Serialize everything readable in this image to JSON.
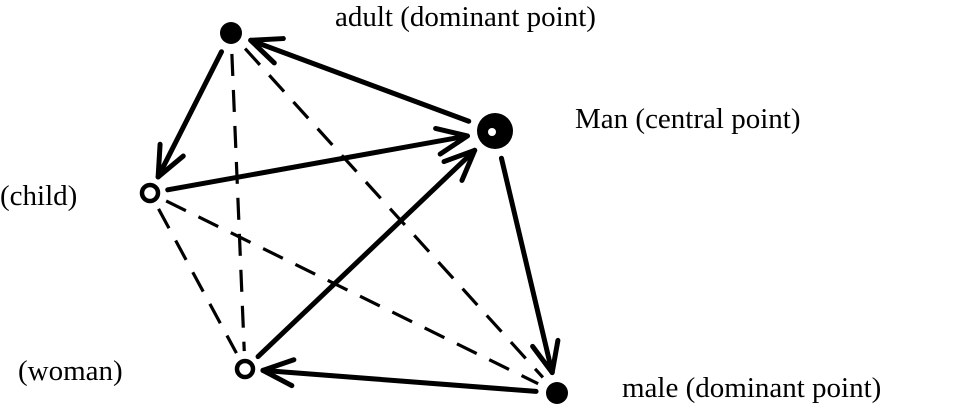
{
  "nodes": {
    "adult": {
      "label": "adult (dominant point)",
      "marker": "filled"
    },
    "man": {
      "label": "Man (central point)",
      "marker": "filled-large"
    },
    "child": {
      "label": "(child)",
      "marker": "hollow"
    },
    "woman": {
      "label": "(woman)",
      "marker": "hollow"
    },
    "male": {
      "label": "male (dominant point)",
      "marker": "filled"
    }
  },
  "edges": [
    {
      "from": "man",
      "to": "adult",
      "style": "arrow"
    },
    {
      "from": "adult",
      "to": "child",
      "style": "arrow"
    },
    {
      "from": "child",
      "to": "man",
      "style": "arrow"
    },
    {
      "from": "woman",
      "to": "man",
      "style": "arrow"
    },
    {
      "from": "man",
      "to": "male",
      "style": "arrow"
    },
    {
      "from": "male",
      "to": "woman",
      "style": "arrow"
    },
    {
      "from": "adult",
      "to": "woman",
      "style": "dashed"
    },
    {
      "from": "adult",
      "to": "male",
      "style": "dashed"
    },
    {
      "from": "child",
      "to": "woman",
      "style": "dashed"
    },
    {
      "from": "child",
      "to": "male",
      "style": "dashed"
    }
  ]
}
